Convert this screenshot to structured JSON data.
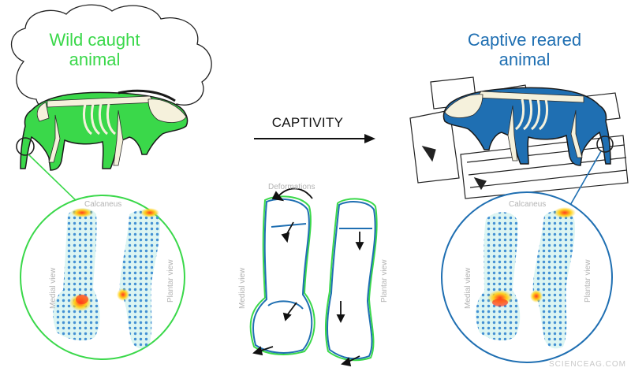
{
  "wild": {
    "title_line1": "Wild caught",
    "title_line2": "animal",
    "color": "#3ad84a",
    "calcaneus_label": "Calcaneus",
    "medial_label": "Medial view",
    "plantar_label": "Plantar view"
  },
  "captive": {
    "title_line1": "Captive reared",
    "title_line2": "animal",
    "color": "#1f6fb2",
    "calcaneus_label": "Calcaneus",
    "medial_label": "Medial view",
    "plantar_label": "Plantar view"
  },
  "center": {
    "arrow_label": "CAPTIVITY",
    "deformations_label": "Deformations",
    "medial_label": "Medial view",
    "plantar_label": "Plantar view"
  },
  "watermark": "SCIENCEAG.COM",
  "icons": [
    "tree-outline",
    "boar-silhouette",
    "skeleton-overlay",
    "enclosure-fence",
    "calcaneus-bone-heatmap",
    "deformation-arrow"
  ]
}
